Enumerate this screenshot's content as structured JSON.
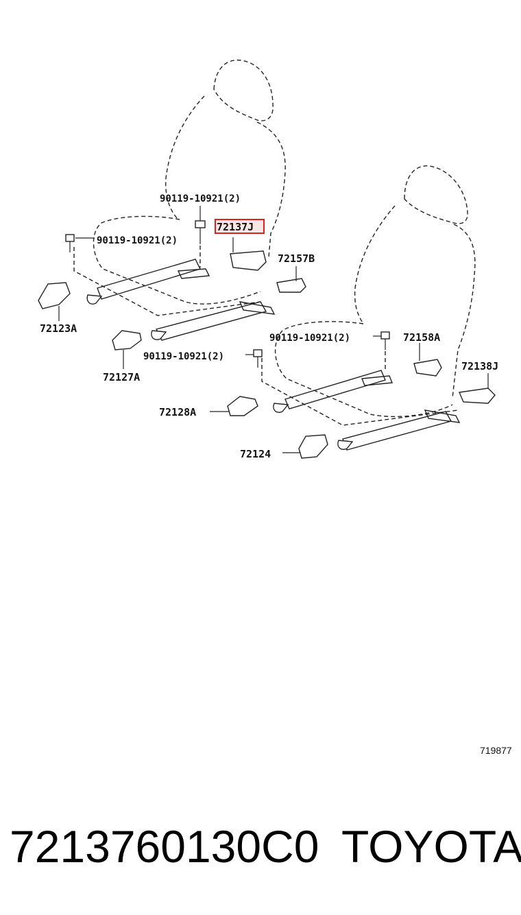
{
  "diagram": {
    "labels": {
      "bolt_top": "90119-10921(2)",
      "bolt_left": "90119-10921(2)",
      "bolt_mid": "90119-10921(2)",
      "bolt_right": "90119-10921(2)",
      "part_72137J": "72137J",
      "part_72157B": "72157B",
      "part_72123A": "72123A",
      "part_72127A": "72127A",
      "part_72158A": "72158A",
      "part_72138J": "72138J",
      "part_72128A": "72128A",
      "part_72124": "72124"
    },
    "highlight_color": "#e0201c"
  },
  "reference_code": "719877",
  "footer": {
    "part_number": "7213760130C0",
    "brand": "TOYOTA"
  }
}
